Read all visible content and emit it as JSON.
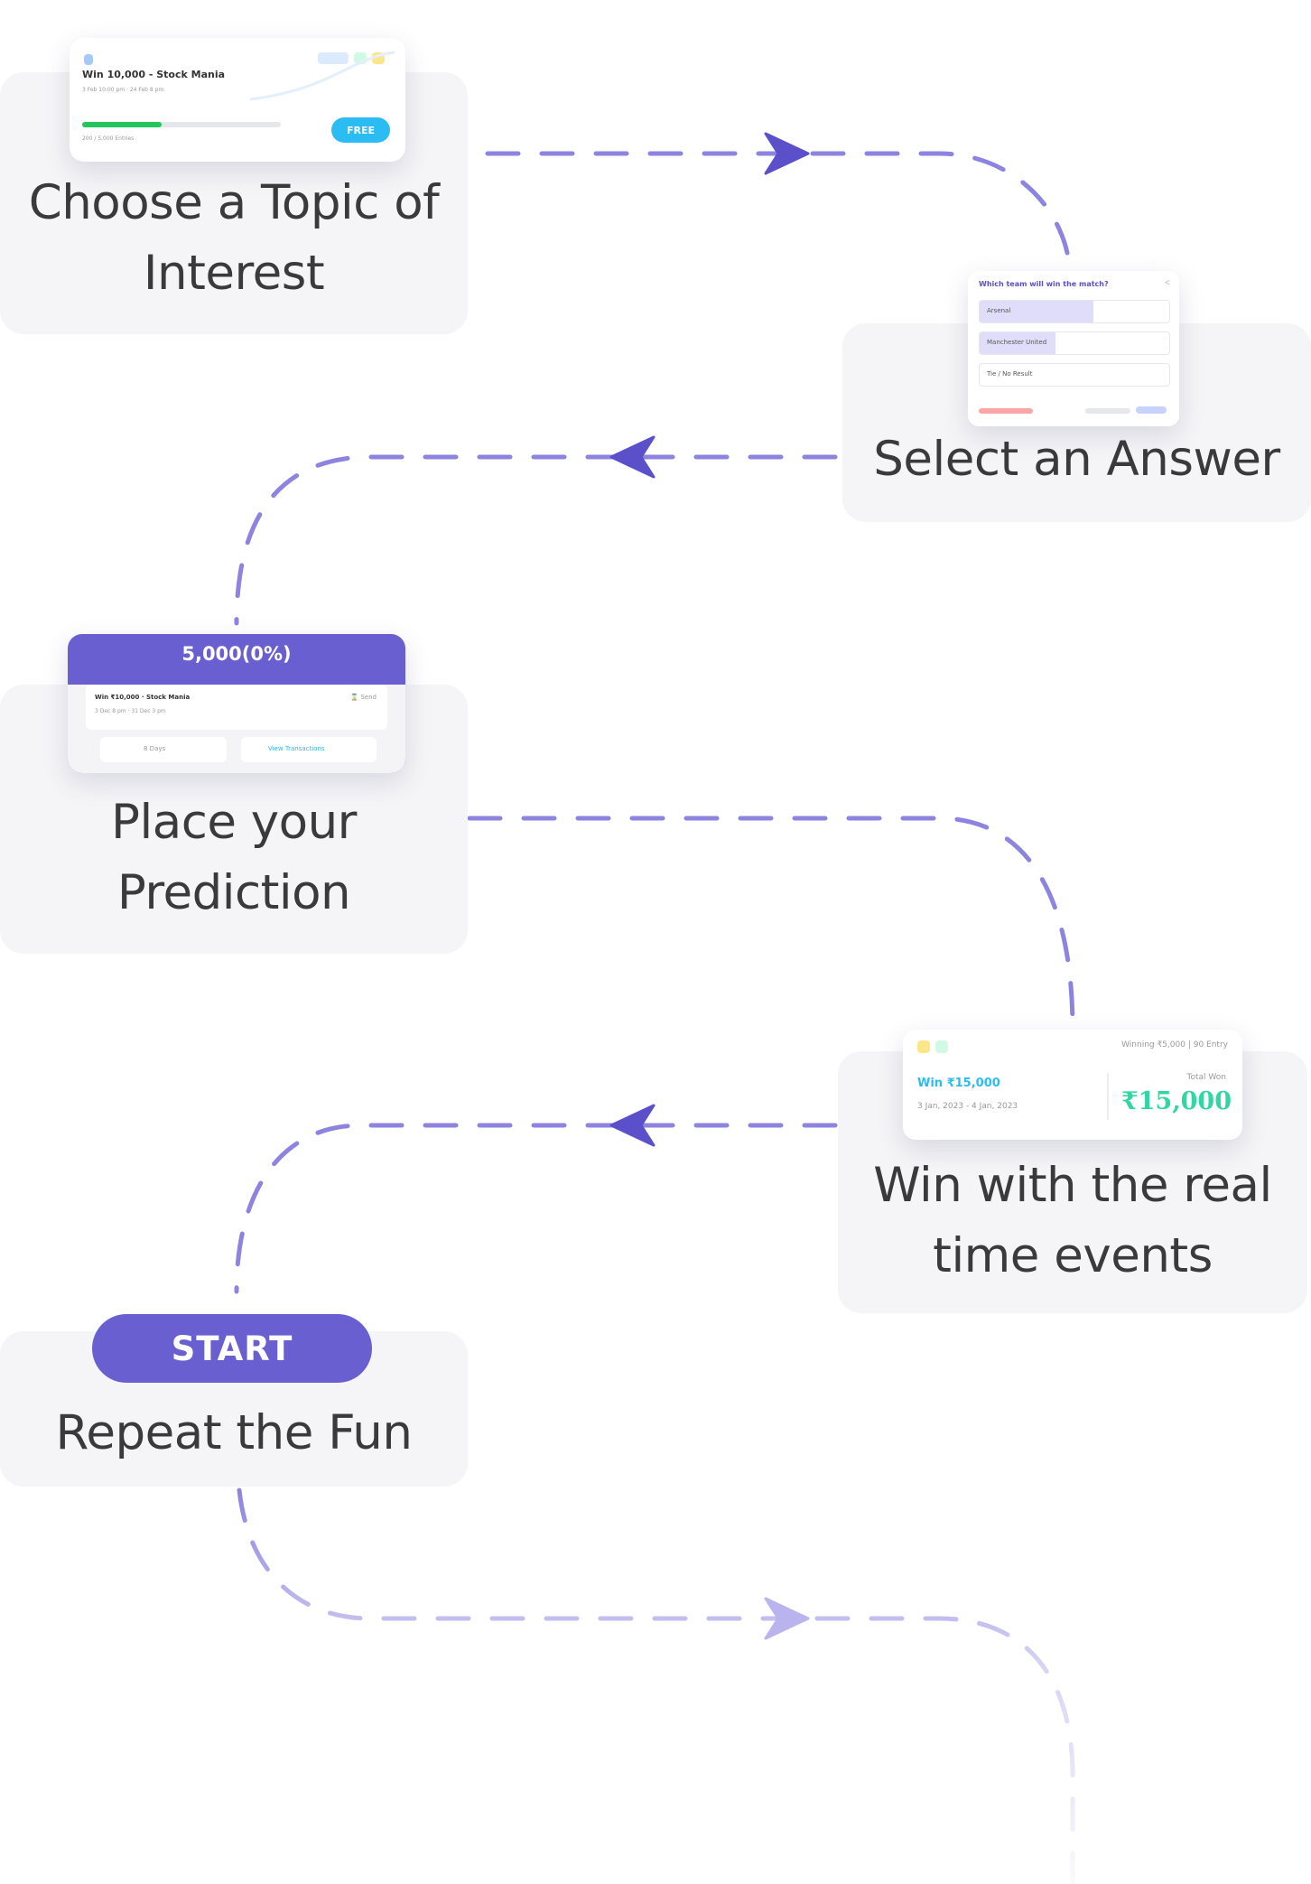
{
  "colors": {
    "accent": "#6a5fd0",
    "dash": "#8d84e0",
    "card_bg": "#f5f5f7",
    "free_button": "#2bbcf3",
    "win_green": "#2fd7a3",
    "progress_green": "#22c55e"
  },
  "steps": {
    "choose_topic": {
      "title": "Choose a Topic of\nInterest",
      "preview": {
        "heading": "Win 10,000 - Stock Mania",
        "subtext": "3 Feb 10:00 pm · 24 Feb 8 pm",
        "count": "200 / 5,000 Entries",
        "free_label": "FREE",
        "progress": 0.4
      }
    },
    "select_answer": {
      "title": "Select an Answer",
      "preview": {
        "question": "Which team will win the match?",
        "options": [
          {
            "label": "Arsenal",
            "share": 0.6
          },
          {
            "label": "Manchester United",
            "share": 0.4
          },
          {
            "label": "Tie / No Result",
            "share": 0
          }
        ]
      }
    },
    "place_prediction": {
      "title": "Place your\nPrediction",
      "preview": {
        "amount": "5,000(0%)",
        "contest": "Win ₹10,000 · Stock Mania",
        "date": "3 Dec 8 pm · 31 Dec 3 pm",
        "button_left": "8 Days",
        "button_right": "View Transactions"
      }
    },
    "win_events": {
      "title": "Win with the real\ntime events",
      "preview": {
        "meta": "Winning ₹5,000 | 90 Entry",
        "win_label": "Win ₹15,000",
        "dates": "3 Jan, 2023 - 4 Jan, 2023",
        "total_label": "Total Won",
        "total_value": "₹15,000"
      }
    },
    "repeat": {
      "title": "Repeat the Fun",
      "start_label": "START"
    }
  }
}
